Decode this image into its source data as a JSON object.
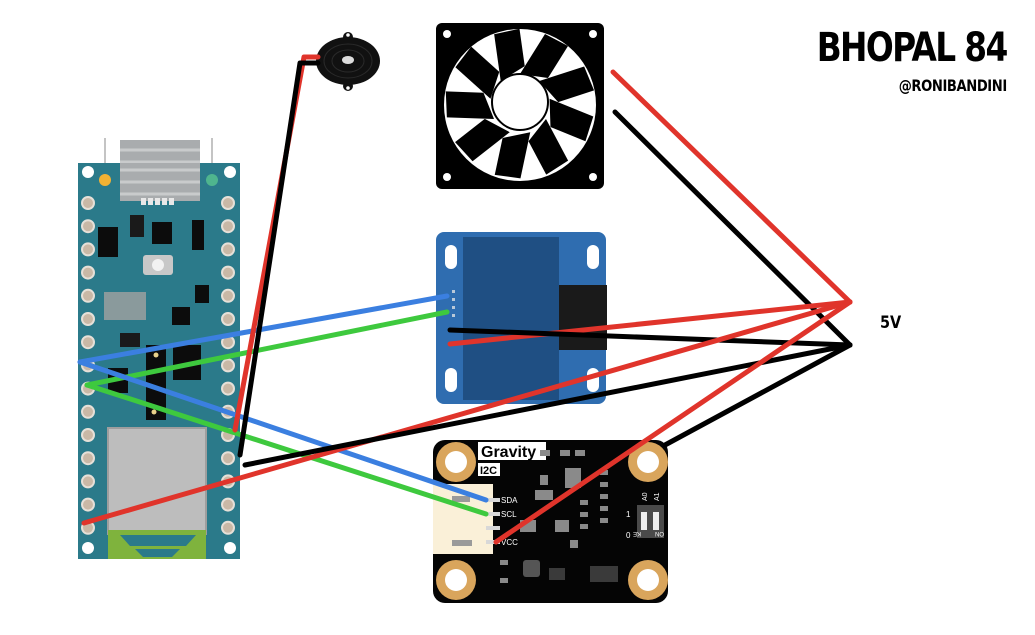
{
  "header": {
    "title": "BHOPAL 84",
    "handle": "@RONIBANDINI"
  },
  "power_rail": {
    "label": "5V"
  },
  "components": {
    "microcontroller": {
      "name": "Arduino Nano board"
    },
    "buzzer": {
      "name": "Piezo buzzer"
    },
    "fan": {
      "name": "Cooling fan"
    },
    "oled": {
      "name": "OLED display"
    },
    "sensor": {
      "name": "Gravity I2C sensor",
      "brand_label": "Gravity",
      "bus_label": "I2C",
      "pins": [
        "SDA",
        "SCL",
        "",
        "VCC"
      ],
      "switch_labels": {
        "a0": "A0",
        "a1": "A1",
        "one": "1",
        "zero": "0",
        "on": "ON",
        "ke": "KE"
      }
    }
  },
  "wires": [
    {
      "id": "nano-sda-oled",
      "color": "#3b7fe0"
    },
    {
      "id": "nano-scl-oled",
      "color": "#3ec93e"
    },
    {
      "id": "nano-sda-sensor",
      "color": "#3b7fe0"
    },
    {
      "id": "nano-scl-sensor",
      "color": "#3ec93e"
    },
    {
      "id": "buzzer-red",
      "color": "#e0342b"
    },
    {
      "id": "buzzer-black",
      "color": "#000000"
    },
    {
      "id": "fan-red",
      "color": "#e0342b"
    },
    {
      "id": "fan-black",
      "color": "#000000"
    },
    {
      "id": "oled-red",
      "color": "#e0342b"
    },
    {
      "id": "oled-black",
      "color": "#000000"
    },
    {
      "id": "nano-5v-red",
      "color": "#e0342b"
    },
    {
      "id": "nano-gnd-black",
      "color": "#000000"
    },
    {
      "id": "sensor-vcc-red",
      "color": "#e0342b"
    },
    {
      "id": "sensor-gnd-black",
      "color": "#000000"
    }
  ]
}
